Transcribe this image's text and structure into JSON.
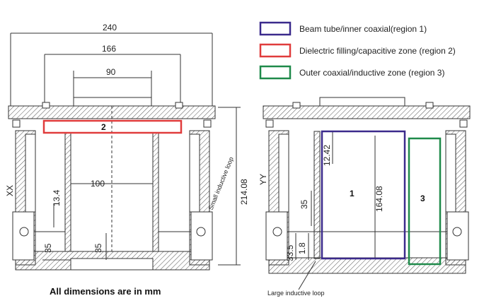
{
  "legend": [
    {
      "label": "Beam tube/inner coaxial(region 1)",
      "color": "#3b2a8c"
    },
    {
      "label": "Dielectric filling/capacitive zone (region 2)",
      "color": "#e03c3c"
    },
    {
      "label": "Outer coaxial/inductive zone (region 3)",
      "color": "#1f8a4a"
    }
  ],
  "left_view": {
    "section_label": "XX",
    "dims": {
      "width_240": "240",
      "width_166": "166",
      "width_90": "90",
      "inner_100": "100",
      "height_214": "214.08",
      "left_13": "13.4",
      "left_35": "35",
      "center_35": "35"
    },
    "region_marker": "2",
    "loop_note": "Small inductive loop"
  },
  "right_view": {
    "section_label": "YY",
    "dims": {
      "d_12_42": "12.42",
      "d_164_08": "164.08",
      "d_35": "35",
      "d_33_5": "33.5",
      "d_1_8": "1.8"
    },
    "region_1": "1",
    "region_3": "3",
    "loop_note": "Large inductive loop"
  },
  "footer": "All dimensions are in mm",
  "colors": {
    "line": "#333333",
    "hatch": "#555555"
  }
}
